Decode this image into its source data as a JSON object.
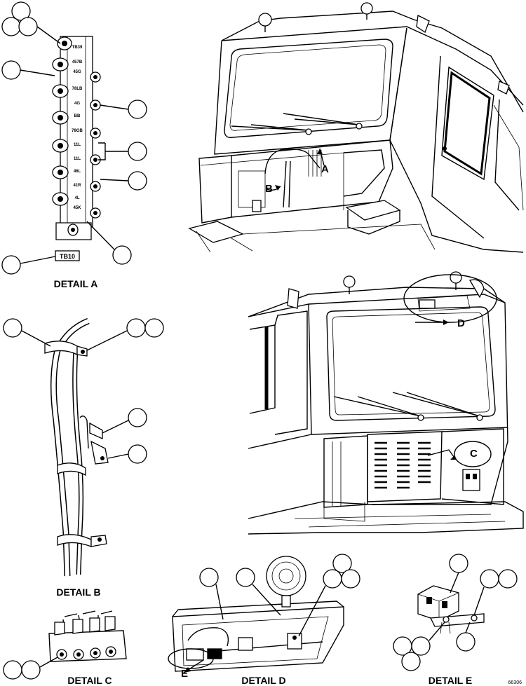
{
  "details": {
    "a": "DETAIL A",
    "b": "DETAIL B",
    "c": "DETAIL C",
    "d": "DETAIL D",
    "e": "DETAIL E"
  },
  "view_labels": {
    "a": "A",
    "b": "B",
    "c": "C",
    "d": "D",
    "e": "E"
  },
  "terminal_block": {
    "tag": "TB10",
    "markings": [
      "TB39",
      "457B",
      "45G",
      "78LB",
      "4G",
      "BB",
      "78GB",
      "11L",
      "11L",
      "46L",
      "41R",
      "4L",
      "45K"
    ]
  },
  "figure_number": "66306"
}
